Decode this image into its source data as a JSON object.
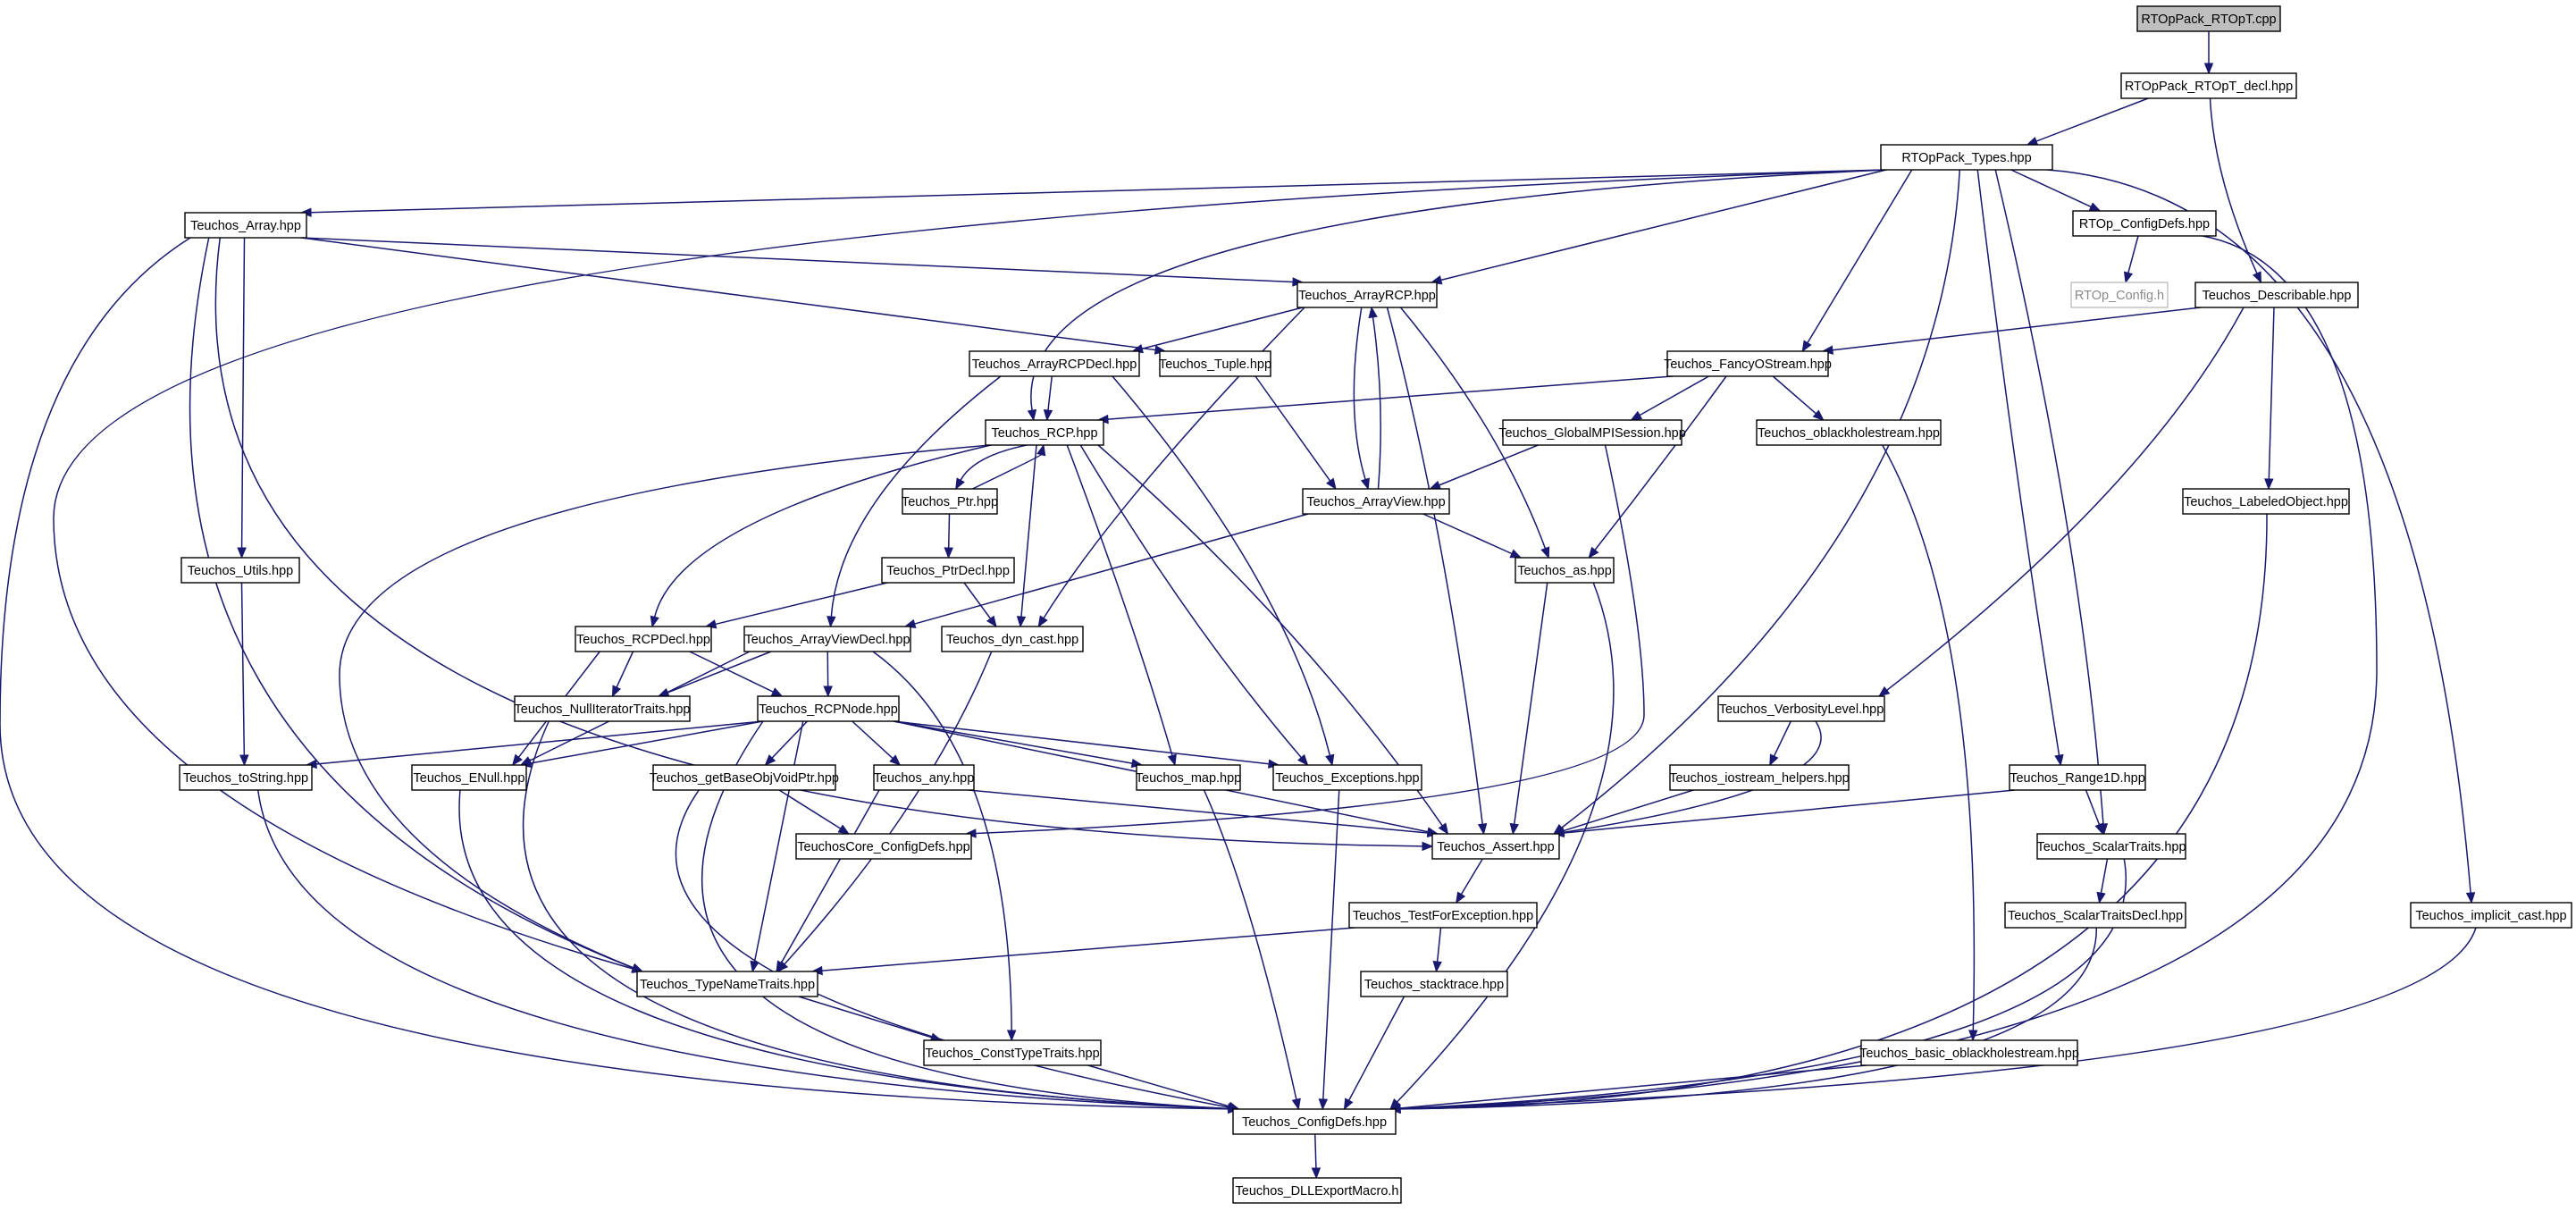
{
  "colors": {
    "edge": "#191970",
    "root_fill": "#bfbfbf",
    "missing_border": "#bfbfbf"
  },
  "nodes": [
    {
      "id": "rtopt_cpp",
      "label": "RTOpPack_RTOpT.cpp",
      "kind": "root"
    },
    {
      "id": "rtopt_decl",
      "label": "RTOpPack_RTOpT_decl.hpp"
    },
    {
      "id": "types",
      "label": "RTOpPack_Types.hpp"
    },
    {
      "id": "array",
      "label": "Teuchos_Array.hpp"
    },
    {
      "id": "rtop_configdefs",
      "label": "RTOp_ConfigDefs.hpp"
    },
    {
      "id": "rtop_config_h",
      "label": "RTOp_Config.h",
      "kind": "missing"
    },
    {
      "id": "arrayrcp",
      "label": "Teuchos_ArrayRCP.hpp"
    },
    {
      "id": "describable",
      "label": "Teuchos_Describable.hpp"
    },
    {
      "id": "arrayrcpdecl",
      "label": "Teuchos_ArrayRCPDecl.hpp"
    },
    {
      "id": "tuple",
      "label": "Teuchos_Tuple.hpp"
    },
    {
      "id": "fancyostream",
      "label": "Teuchos_FancyOStream.hpp"
    },
    {
      "id": "rcp",
      "label": "Teuchos_RCP.hpp"
    },
    {
      "id": "globalmpi",
      "label": "Teuchos_GlobalMPISession.hpp"
    },
    {
      "id": "oblackhole",
      "label": "Teuchos_oblackholestream.hpp"
    },
    {
      "id": "ptr",
      "label": "Teuchos_Ptr.hpp"
    },
    {
      "id": "arrayview",
      "label": "Teuchos_ArrayView.hpp"
    },
    {
      "id": "labeledobject",
      "label": "Teuchos_LabeledObject.hpp"
    },
    {
      "id": "utils",
      "label": "Teuchos_Utils.hpp"
    },
    {
      "id": "ptrdecl",
      "label": "Teuchos_PtrDecl.hpp"
    },
    {
      "id": "as",
      "label": "Teuchos_as.hpp"
    },
    {
      "id": "rcpdecl",
      "label": "Teuchos_RCPDecl.hpp"
    },
    {
      "id": "arrayviewdecl",
      "label": "Teuchos_ArrayViewDecl.hpp"
    },
    {
      "id": "dyncast",
      "label": "Teuchos_dyn_cast.hpp"
    },
    {
      "id": "nulliter",
      "label": "Teuchos_NullIteratorTraits.hpp"
    },
    {
      "id": "rcpnode",
      "label": "Teuchos_RCPNode.hpp"
    },
    {
      "id": "verbosity",
      "label": "Teuchos_VerbosityLevel.hpp"
    },
    {
      "id": "tostring",
      "label": "Teuchos_toString.hpp"
    },
    {
      "id": "enull",
      "label": "Teuchos_ENull.hpp"
    },
    {
      "id": "getbaseobj",
      "label": "Teuchos_getBaseObjVoidPtr.hpp"
    },
    {
      "id": "any",
      "label": "Teuchos_any.hpp"
    },
    {
      "id": "map",
      "label": "Teuchos_map.hpp"
    },
    {
      "id": "exceptions",
      "label": "Teuchos_Exceptions.hpp"
    },
    {
      "id": "iostream",
      "label": "Teuchos_iostream_helpers.hpp"
    },
    {
      "id": "range1d",
      "label": "Teuchos_Range1D.hpp"
    },
    {
      "id": "coreconfig",
      "label": "TeuchosCore_ConfigDefs.hpp"
    },
    {
      "id": "assert",
      "label": "Teuchos_Assert.hpp"
    },
    {
      "id": "scalartraits",
      "label": "Teuchos_ScalarTraits.hpp"
    },
    {
      "id": "testforexc",
      "label": "Teuchos_TestForException.hpp"
    },
    {
      "id": "scalartraitsdecl",
      "label": "Teuchos_ScalarTraitsDecl.hpp"
    },
    {
      "id": "implicitcast",
      "label": "Teuchos_implicit_cast.hpp"
    },
    {
      "id": "typename",
      "label": "Teuchos_TypeNameTraits.hpp"
    },
    {
      "id": "stacktrace",
      "label": "Teuchos_stacktrace.hpp"
    },
    {
      "id": "consttype",
      "label": "Teuchos_ConstTypeTraits.hpp"
    },
    {
      "id": "basicoblack",
      "label": "Teuchos_basic_oblackholestream.hpp"
    },
    {
      "id": "configdefs",
      "label": "Teuchos_ConfigDefs.hpp"
    },
    {
      "id": "dllexport",
      "label": "Teuchos_DLLExportMacro.h"
    }
  ]
}
